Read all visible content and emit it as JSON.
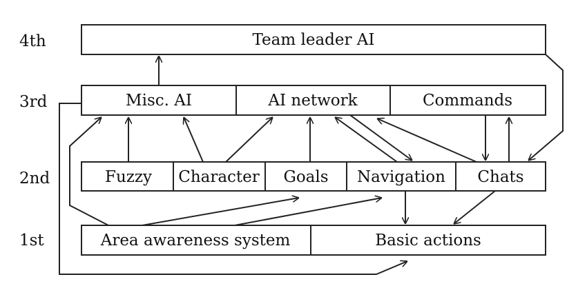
{
  "levels": {
    "fourth": "4th",
    "third": "3rd",
    "second": "2nd",
    "first": "1st"
  },
  "tier4": {
    "team_leader": "Team leader AI"
  },
  "tier3": {
    "misc_ai": "Misc. AI",
    "ai_network": "AI network",
    "commands": "Commands"
  },
  "tier2": {
    "fuzzy": "Fuzzy",
    "character": "Character",
    "goals": "Goals",
    "navigation": "Navigation",
    "chats": "Chats"
  },
  "tier1": {
    "area_awareness": "Area awareness system",
    "basic_actions": "Basic actions"
  },
  "colors": {
    "stroke": "#222222",
    "text": "#111111",
    "background": "#ffffff"
  }
}
